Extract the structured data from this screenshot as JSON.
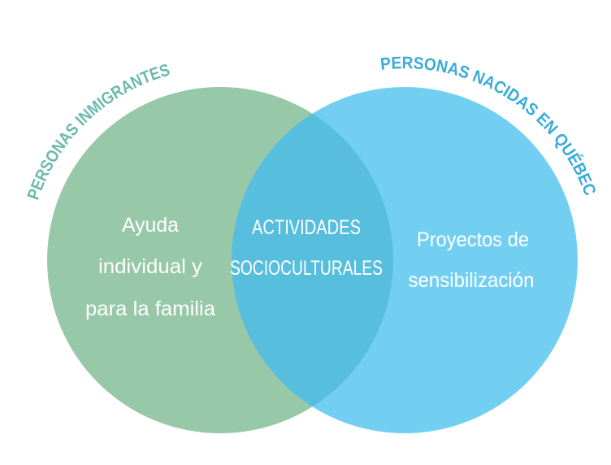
{
  "colors": {
    "left_circle": "#97c8a8",
    "right_circle": "#73cff2",
    "overlap": "#57bedd",
    "left_label": "#6cb9ad",
    "right_label": "#3aabd8",
    "inner_text": "#ffffff"
  },
  "sets": [
    {
      "label": "PERSONAS INMIGRANTES",
      "items": [
        "Ayuda",
        "individual y",
        "para la familia"
      ]
    },
    {
      "label": "PERSONAS NACIDAS EN QUÉBEC",
      "items": [
        "Proyectos de",
        "sensibilización"
      ]
    }
  ],
  "intersection": {
    "items": [
      "ACTIVIDADES",
      "SOCIOCULTURALES"
    ]
  }
}
